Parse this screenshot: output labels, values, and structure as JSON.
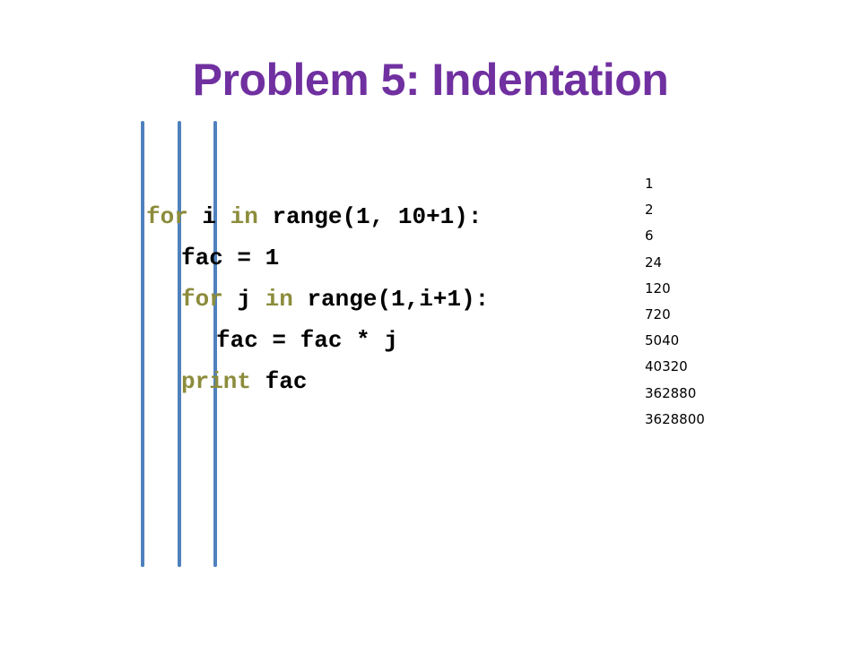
{
  "slide": {
    "title": "Problem 5: Indentation",
    "title_color": "#7030a0",
    "keyword_color": "#8c8c3c",
    "guide_color": "#4f81bd"
  },
  "code": {
    "lines": [
      {
        "indent": 0,
        "tokens": [
          {
            "text": "for",
            "kind": "keyword"
          },
          {
            "text": " i ",
            "kind": "plain"
          },
          {
            "text": "in",
            "kind": "keyword"
          },
          {
            "text": " range(1, 10+1):",
            "kind": "plain"
          }
        ]
      },
      {
        "indent": 1,
        "tokens": [
          {
            "text": "fac = 1",
            "kind": "plain"
          }
        ]
      },
      {
        "indent": 1,
        "tokens": [
          {
            "text": "for",
            "kind": "keyword"
          },
          {
            "text": " j ",
            "kind": "plain"
          },
          {
            "text": "in",
            "kind": "keyword"
          },
          {
            "text": " range(1,i+1):",
            "kind": "plain"
          }
        ]
      },
      {
        "indent": 2,
        "tokens": [
          {
            "text": "fac = fac * j",
            "kind": "plain"
          }
        ]
      },
      {
        "indent": 1,
        "tokens": [
          {
            "text": "print",
            "kind": "keyword"
          },
          {
            "text": " fac",
            "kind": "plain"
          }
        ]
      }
    ]
  },
  "output": {
    "values": [
      "1",
      "2",
      "6",
      "24",
      "120",
      "720",
      "5040",
      "40320",
      "362880",
      "3628800"
    ]
  }
}
